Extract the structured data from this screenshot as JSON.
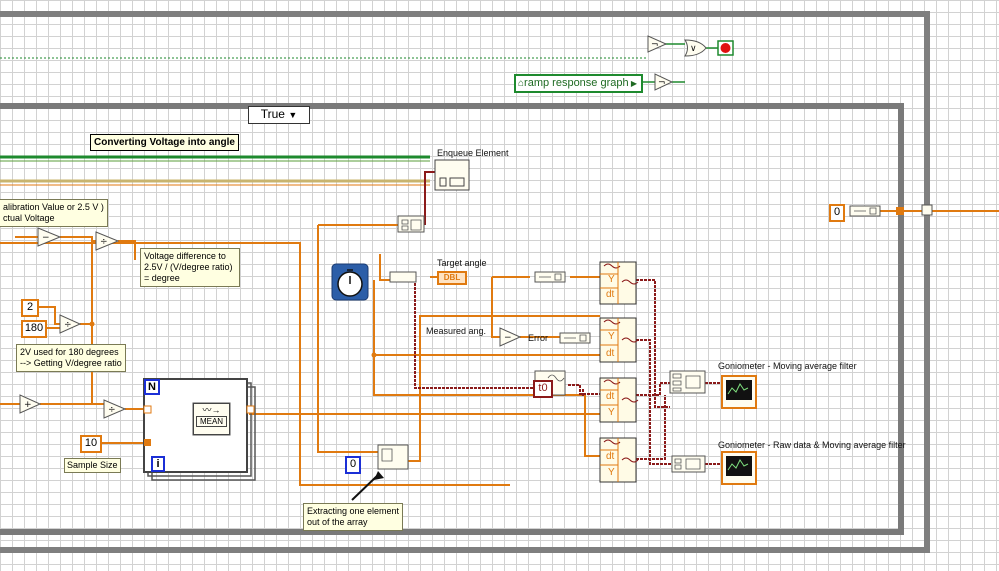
{
  "case_structure": {
    "selector_value": "True"
  },
  "comments": {
    "converting": "Converting Voltage into angle",
    "calibration": "alibration Value or 2.5 V )\nctual Voltage",
    "voltage_diff": "Voltage difference to\n2.5V / (V/degree ratio)\n= degree",
    "two_v": "2V used for 180 degrees\n--> Getting V/degree ratio",
    "extracting": "Extracting one element\nout of the array"
  },
  "labels": {
    "enqueue": "Enqueue Element",
    "target_angle": "Target angle",
    "measured_ang": "Measured ang.",
    "error": "Error",
    "sample_size": "Sample Size",
    "graph_moving_avg": "Goniometer - Moving average filter",
    "graph_raw": "Goniometer - Raw data & Moving average filter",
    "mean": "MEAN",
    "dbl": "DBL"
  },
  "constants": {
    "two": "2",
    "one_eighty": "180",
    "ten": "10",
    "zero_index": "0",
    "zero_shift": "0",
    "t0": "t0",
    "loop_n": "N",
    "loop_i": "i"
  },
  "terminals": {
    "ramp_graph": "ramp response graph"
  },
  "waveform_rows": {
    "y": "Y",
    "dt": "dt"
  },
  "colors": {
    "orange_wire": "#e07a10",
    "green_wire": "#1e8a2e",
    "waveform_wire": "#8b1a1a",
    "comment_bg": "#ffffe1",
    "stop_red": "#e01010"
  },
  "icons": [
    "timer-icon",
    "graph-icon",
    "stop-icon",
    "arrow-icon"
  ]
}
